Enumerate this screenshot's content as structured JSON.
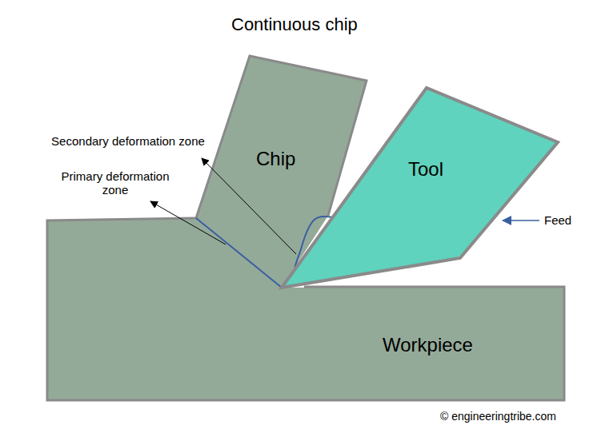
{
  "diagram": {
    "title": "Continuous chip",
    "nodes": [
      {
        "text": [
          "Workpiece"
        ]
      },
      {
        "text": [
          "Chip"
        ]
      },
      {
        "text": [
          "Tool"
        ]
      }
    ],
    "labels": [
      "Secondary deformation zone",
      "Primary deformation zone",
      "Feed",
      "© engineeringtribe.com"
    ]
  }
}
